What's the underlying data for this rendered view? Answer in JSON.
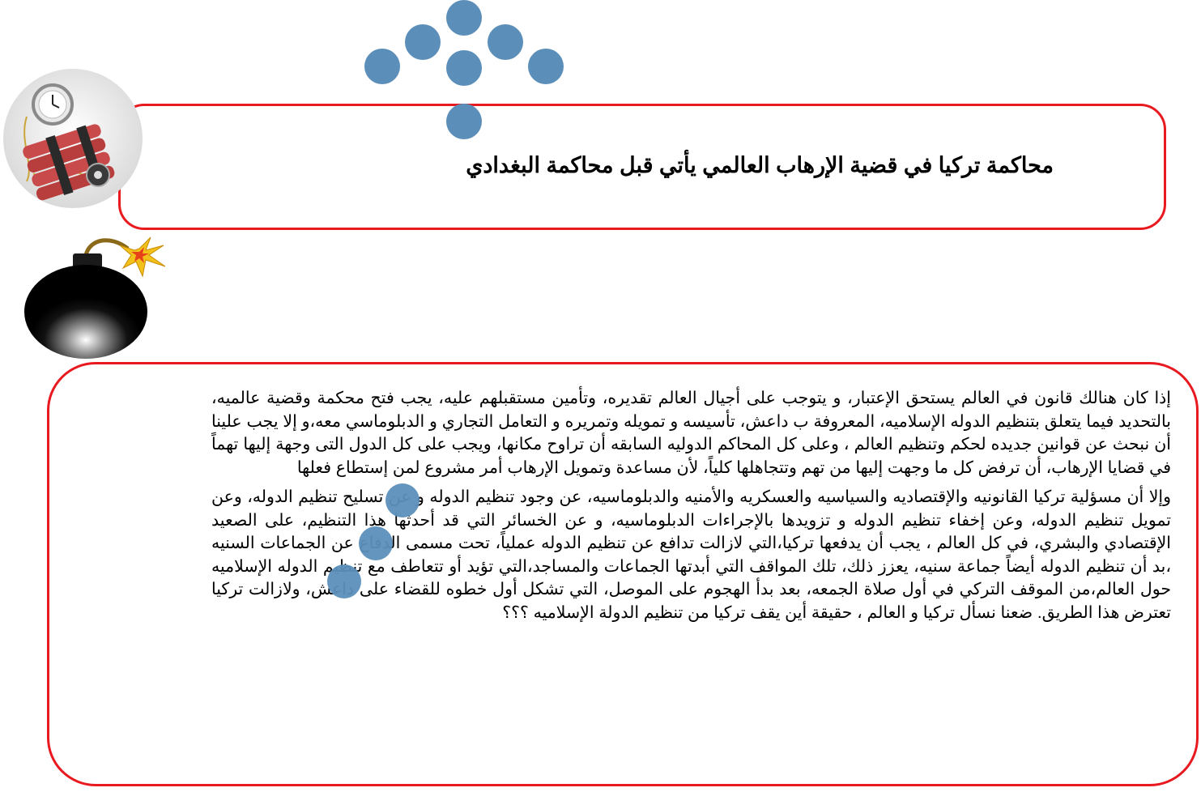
{
  "colors": {
    "accent_border": "#e8191f",
    "dot_blue": "#5b8fba"
  },
  "icons": {
    "clock_bomb": "dynamite-clock-icon",
    "round_bomb": "bomb-icon"
  },
  "title": {
    "text": "محاكمة تركيا في قضية الإرهاب العالمي يأتي قبل محاكمة البغدادي"
  },
  "body": {
    "paragraph_1": "إذا كان هنالك قانون في العالم يستحق الإعتبار، و يتوجب على أجيال العالم تقديره، وتأمين مستقبلهم عليه، يجب فتح محكمة وقضية عالميه، بالتحديد فيما يتعلق بتنظيم الدوله الإسلاميه، المعروفة ب داعش، تأسيسه و تمويله وتمريره و التعامل التجاري و الدبلوماسي معه،و إلا يجب علينا أن نبحث عن قوانين جديده لحكم وتنظيم العالم ، وعلى كل المحاكم الدوليه السابقه  أن تراوح مكانها، ويجب على كل الدول التى وجهة إليها تهماً في قضايا الإرهاب، أن ترفض كل ما وجهت إليها من تهم وتتجاهلها كلياً، لأن مساعدة وتمويل الإرهاب أمر مشروع لمن إستطاع فعلها",
    "paragraph_2": "وإلا أن مسؤلية تركيا القانونيه والإقتصاديه والسياسيه والعسكريه والأمنيه والدبلوماسيه، عن وجود تنظيم الدوله و عن تسليح تنظيم الدوله، وعن تمويل تنظيم الدوله، وعن إخفاء تنظيم الدوله و تزويدها بالإجراءات الدبلوماسيه، و عن الخسائر التي قد أحدثها هذا التنظيم، على الصعيد الإقتصادي والبشري، في كل العالم ، يجب أن يدفعها تركيا،التي لازالت تدافع عن تنظيم الدوله عملياً، تحت مسمى الدفاع عن الجماعات السنيه ،بد أن تنظيم الدوله أيضاً جماعة سنيه، يعزز ذلك، تلك المواقف التي أبدتها الجماعات والمساجد،التي تؤيد أو تتعاطف مع تنظيم الدوله الإسلاميه حول العالم،من الموقف التركي في أول صلاة الجمعه، بعد بدأ الهجوم على الموصل، التي تشكل أول خطوه للقضاء على داعش، ولازالت تركيا تعترض هذا الطريق. ضعنا نسأل تركيا و العالم ، حقيقة أين يقف تركيا من تنظيم الدولة الإسلاميه ؟؟؟"
  }
}
